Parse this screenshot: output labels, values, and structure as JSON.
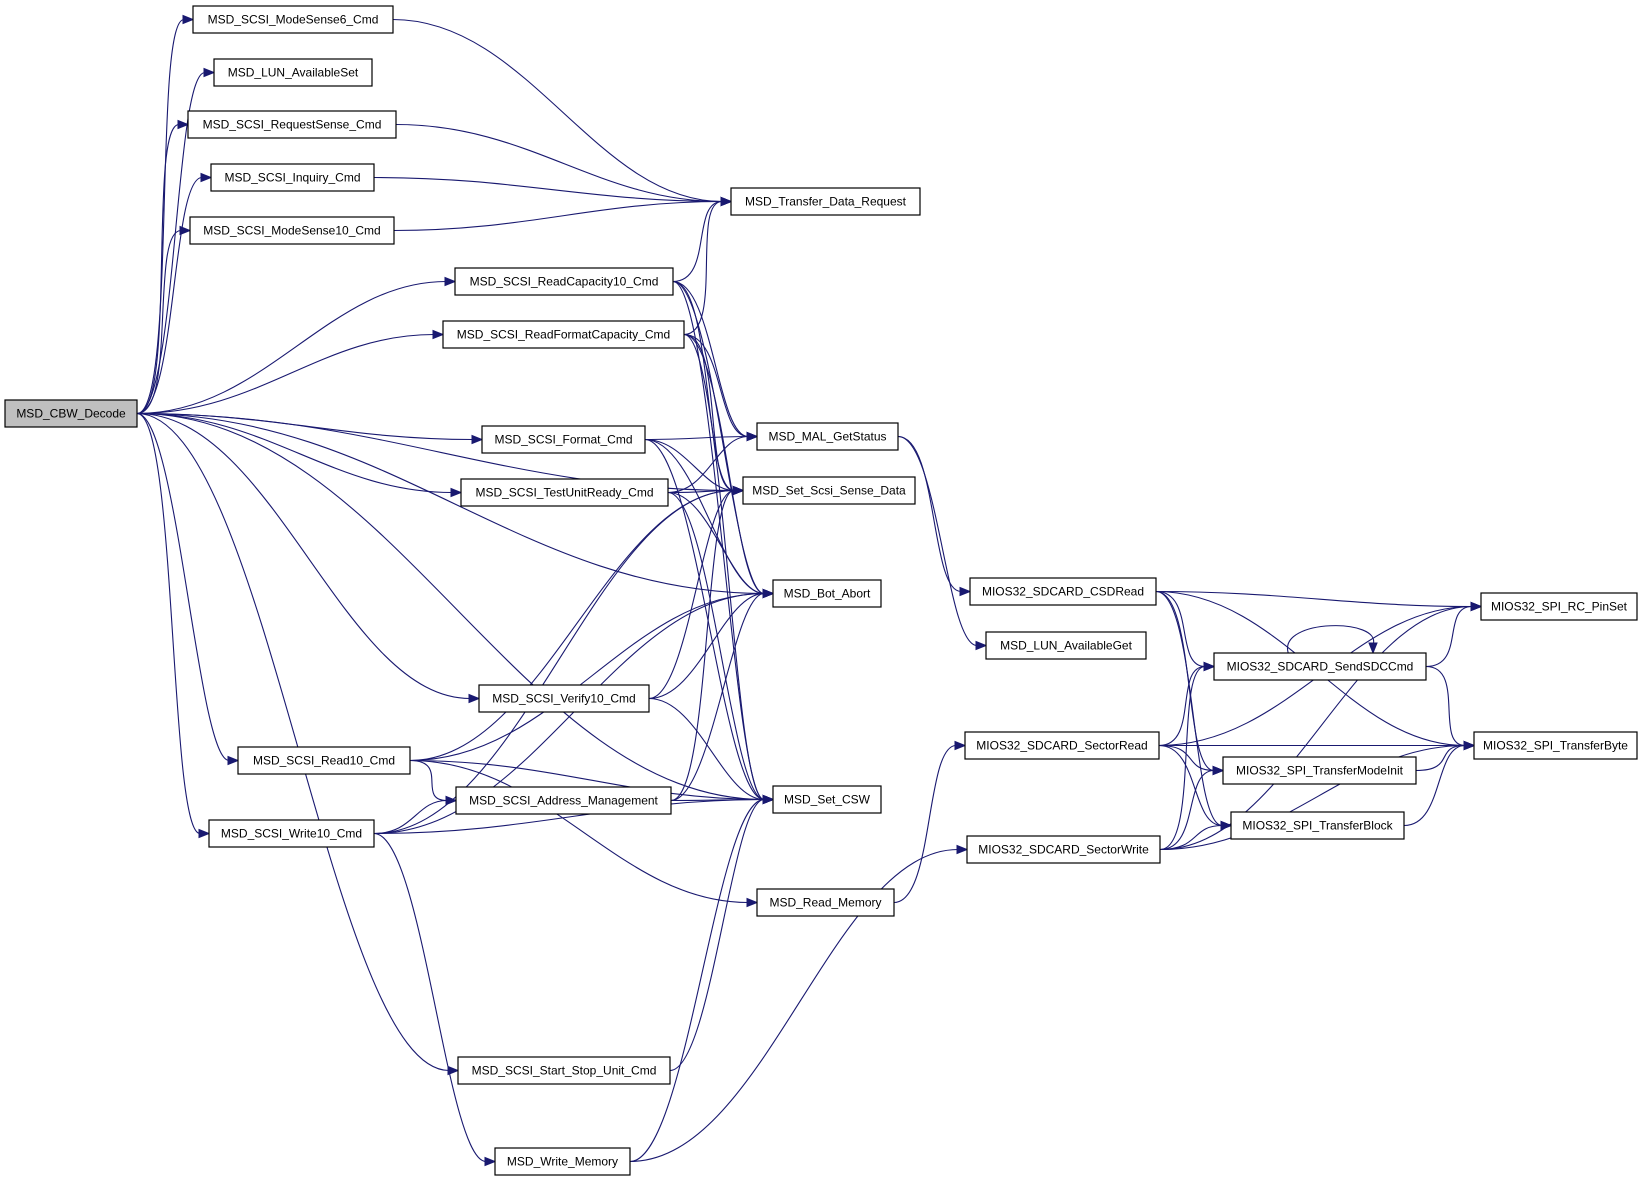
{
  "nodes": [
    {
      "id": "cbw",
      "label": "MSD_CBW_Decode",
      "root": true
    },
    {
      "id": "ms6",
      "label": "MSD_SCSI_ModeSense6_Cmd"
    },
    {
      "id": "lunset",
      "label": "MSD_LUN_AvailableSet"
    },
    {
      "id": "reqsense",
      "label": "MSD_SCSI_RequestSense_Cmd"
    },
    {
      "id": "inquiry",
      "label": "MSD_SCSI_Inquiry_Cmd"
    },
    {
      "id": "ms10",
      "label": "MSD_SCSI_ModeSense10_Cmd"
    },
    {
      "id": "readcap",
      "label": "MSD_SCSI_ReadCapacity10_Cmd"
    },
    {
      "id": "readfmt",
      "label": "MSD_SCSI_ReadFormatCapacity_Cmd"
    },
    {
      "id": "format",
      "label": "MSD_SCSI_Format_Cmd"
    },
    {
      "id": "testunit",
      "label": "MSD_SCSI_TestUnitReady_Cmd"
    },
    {
      "id": "verify",
      "label": "MSD_SCSI_Verify10_Cmd"
    },
    {
      "id": "read10",
      "label": "MSD_SCSI_Read10_Cmd"
    },
    {
      "id": "write10",
      "label": "MSD_SCSI_Write10_Cmd"
    },
    {
      "id": "addr",
      "label": "MSD_SCSI_Address_Management"
    },
    {
      "id": "startstop",
      "label": "MSD_SCSI_Start_Stop_Unit_Cmd"
    },
    {
      "id": "writemem",
      "label": "MSD_Write_Memory"
    },
    {
      "id": "transfer",
      "label": "MSD_Transfer_Data_Request"
    },
    {
      "id": "malstatus",
      "label": "MSD_MAL_GetStatus"
    },
    {
      "id": "sense",
      "label": "MSD_Set_Scsi_Sense_Data"
    },
    {
      "id": "abort",
      "label": "MSD_Bot_Abort"
    },
    {
      "id": "csw",
      "label": "MSD_Set_CSW"
    },
    {
      "id": "readmem",
      "label": "MSD_Read_Memory"
    },
    {
      "id": "csdread",
      "label": "MIOS32_SDCARD_CSDRead"
    },
    {
      "id": "lunget",
      "label": "MSD_LUN_AvailableGet"
    },
    {
      "id": "secread",
      "label": "MIOS32_SDCARD_SectorRead"
    },
    {
      "id": "secwrite",
      "label": "MIOS32_SDCARD_SectorWrite"
    },
    {
      "id": "sendsdc",
      "label": "MIOS32_SDCARD_SendSDCCmd"
    },
    {
      "id": "modeinit",
      "label": "MIOS32_SPI_TransferModeInit"
    },
    {
      "id": "block",
      "label": "MIOS32_SPI_TransferBlock"
    },
    {
      "id": "pinset",
      "label": "MIOS32_SPI_RC_PinSet"
    },
    {
      "id": "tbyte",
      "label": "MIOS32_SPI_TransferByte"
    }
  ],
  "edges": [
    [
      "cbw",
      "ms6"
    ],
    [
      "cbw",
      "lunset"
    ],
    [
      "cbw",
      "reqsense"
    ],
    [
      "cbw",
      "inquiry"
    ],
    [
      "cbw",
      "ms10"
    ],
    [
      "cbw",
      "readcap"
    ],
    [
      "cbw",
      "readfmt"
    ],
    [
      "cbw",
      "format"
    ],
    [
      "cbw",
      "testunit"
    ],
    [
      "cbw",
      "sense"
    ],
    [
      "cbw",
      "abort"
    ],
    [
      "cbw",
      "verify"
    ],
    [
      "cbw",
      "read10"
    ],
    [
      "cbw",
      "write10"
    ],
    [
      "cbw",
      "startstop"
    ],
    [
      "cbw",
      "csw"
    ],
    [
      "ms6",
      "transfer"
    ],
    [
      "reqsense",
      "transfer"
    ],
    [
      "inquiry",
      "transfer"
    ],
    [
      "ms10",
      "transfer"
    ],
    [
      "readcap",
      "transfer"
    ],
    [
      "readcap",
      "malstatus"
    ],
    [
      "readcap",
      "sense"
    ],
    [
      "readcap",
      "abort"
    ],
    [
      "readcap",
      "csw"
    ],
    [
      "readfmt",
      "transfer"
    ],
    [
      "readfmt",
      "malstatus"
    ],
    [
      "readfmt",
      "sense"
    ],
    [
      "readfmt",
      "abort"
    ],
    [
      "readfmt",
      "csw"
    ],
    [
      "format",
      "malstatus"
    ],
    [
      "format",
      "sense"
    ],
    [
      "format",
      "abort"
    ],
    [
      "format",
      "csw"
    ],
    [
      "testunit",
      "malstatus"
    ],
    [
      "testunit",
      "sense"
    ],
    [
      "testunit",
      "abort"
    ],
    [
      "testunit",
      "csw"
    ],
    [
      "verify",
      "sense"
    ],
    [
      "verify",
      "abort"
    ],
    [
      "verify",
      "csw"
    ],
    [
      "read10",
      "sense"
    ],
    [
      "read10",
      "abort"
    ],
    [
      "read10",
      "addr"
    ],
    [
      "read10",
      "csw"
    ],
    [
      "read10",
      "readmem"
    ],
    [
      "write10",
      "sense"
    ],
    [
      "write10",
      "abort"
    ],
    [
      "write10",
      "addr"
    ],
    [
      "write10",
      "csw"
    ],
    [
      "write10",
      "writemem"
    ],
    [
      "addr",
      "sense"
    ],
    [
      "addr",
      "abort"
    ],
    [
      "addr",
      "csw"
    ],
    [
      "startstop",
      "csw"
    ],
    [
      "writemem",
      "csw"
    ],
    [
      "writemem",
      "secwrite"
    ],
    [
      "readmem",
      "secread"
    ],
    [
      "malstatus",
      "csdread"
    ],
    [
      "malstatus",
      "lunget"
    ],
    [
      "csdread",
      "pinset"
    ],
    [
      "csdread",
      "sendsdc"
    ],
    [
      "csdread",
      "modeinit"
    ],
    [
      "csdread",
      "block"
    ],
    [
      "csdread",
      "tbyte"
    ],
    [
      "sendsdc",
      "sendsdc"
    ],
    [
      "sendsdc",
      "pinset"
    ],
    [
      "sendsdc",
      "tbyte"
    ],
    [
      "secread",
      "pinset"
    ],
    [
      "secread",
      "sendsdc"
    ],
    [
      "secread",
      "tbyte"
    ],
    [
      "secread",
      "modeinit"
    ],
    [
      "secread",
      "block"
    ],
    [
      "secwrite",
      "sendsdc"
    ],
    [
      "secwrite",
      "modeinit"
    ],
    [
      "secwrite",
      "block"
    ],
    [
      "secwrite",
      "pinset"
    ],
    [
      "secwrite",
      "tbyte"
    ],
    [
      "modeinit",
      "tbyte"
    ],
    [
      "block",
      "tbyte"
    ]
  ]
}
